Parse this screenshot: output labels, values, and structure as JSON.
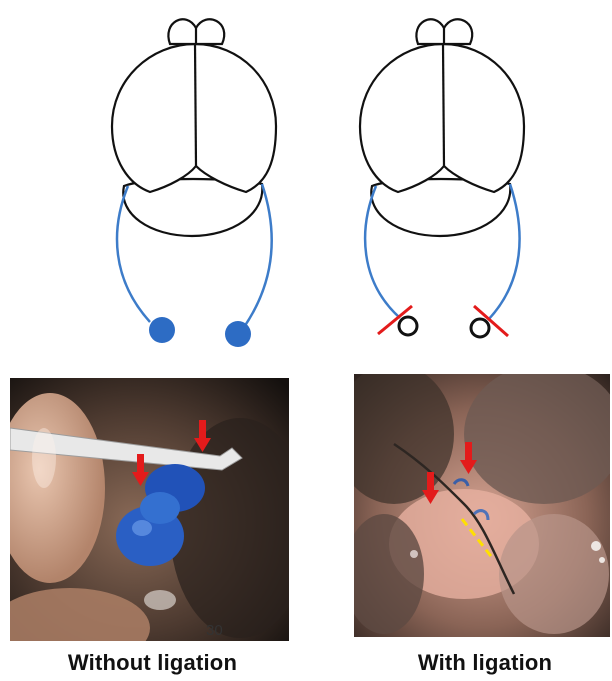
{
  "page_number": "30",
  "captions": {
    "left": "Without ligation",
    "right": "With ligation"
  },
  "colors": {
    "outline": "#111111",
    "vessel": "#3d7cc9",
    "dye": "#2d6cc4",
    "arrow": "#e31b1b",
    "cut_mark": "#e31b1b",
    "dashed_line": "#ffe000"
  },
  "icons": {
    "arrow": "down-arrow-icon",
    "cut": "ligation-cut-mark"
  }
}
